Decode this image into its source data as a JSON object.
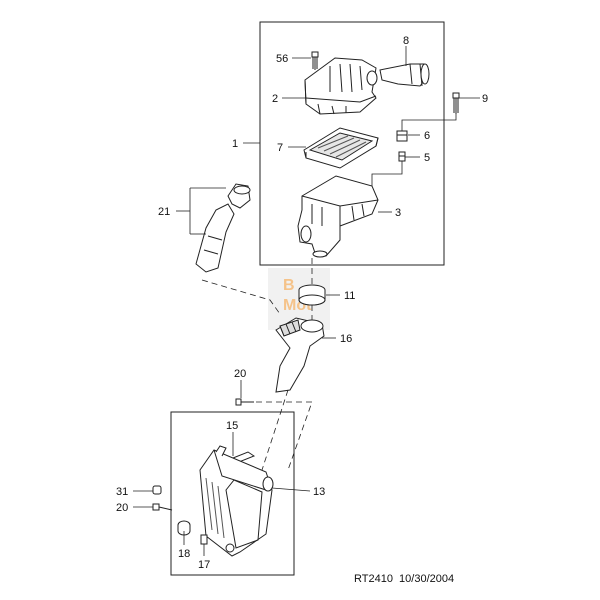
{
  "diagram": {
    "footer": "RT2410  10/30/2004",
    "watermark": {
      "line1": "B",
      "line2": "Mot"
    },
    "callouts": [
      {
        "id": "56",
        "label": "56"
      },
      {
        "id": "8",
        "label": "8"
      },
      {
        "id": "2",
        "label": "2"
      },
      {
        "id": "9",
        "label": "9"
      },
      {
        "id": "6",
        "label": "6"
      },
      {
        "id": "1",
        "label": "1"
      },
      {
        "id": "7",
        "label": "7"
      },
      {
        "id": "5",
        "label": "5"
      },
      {
        "id": "21",
        "label": "21"
      },
      {
        "id": "3",
        "label": "3"
      },
      {
        "id": "11",
        "label": "11"
      },
      {
        "id": "16",
        "label": "16"
      },
      {
        "id": "20a",
        "label": "20"
      },
      {
        "id": "15",
        "label": "15"
      },
      {
        "id": "13",
        "label": "13"
      },
      {
        "id": "31",
        "label": "31"
      },
      {
        "id": "20b",
        "label": "20"
      },
      {
        "id": "18",
        "label": "18"
      },
      {
        "id": "17",
        "label": "17"
      }
    ]
  }
}
